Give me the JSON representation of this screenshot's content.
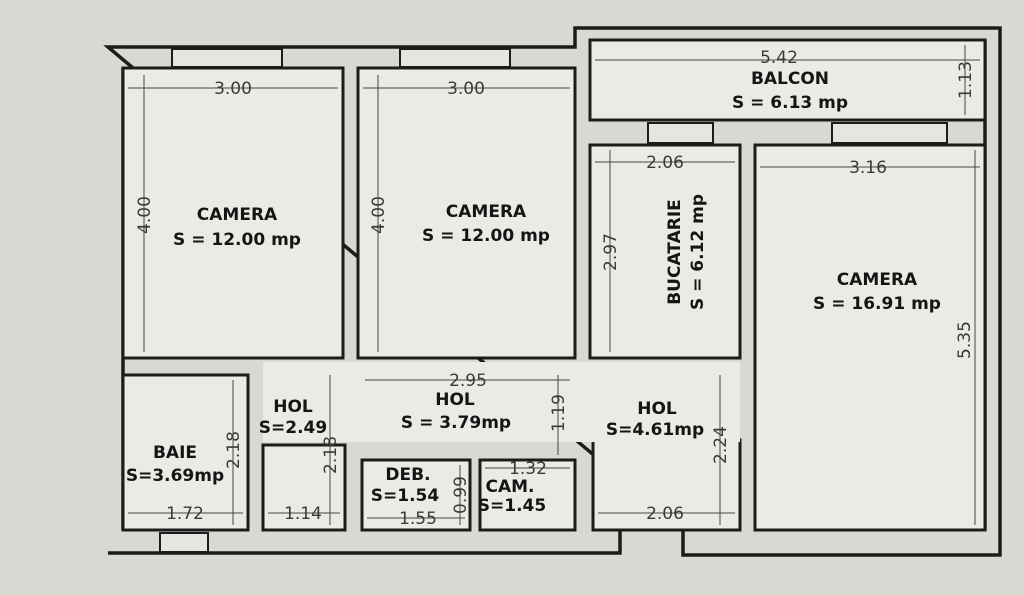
{
  "rooms": {
    "camera1": {
      "name": "CAMERA",
      "area": "S = 12.00 mp",
      "width": "3.00",
      "height": "4.00"
    },
    "camera2": {
      "name": "CAMERA",
      "area": "S = 12.00 mp",
      "width": "3.00",
      "height": "4.00"
    },
    "balcon": {
      "name": "BALCON",
      "area": "S = 6.13 mp",
      "width": "5.42",
      "height": "1.13"
    },
    "bucatarie": {
      "name": "BUCATARIE",
      "area": "S = 6.12 mp",
      "width": "2.06",
      "height": "2.97"
    },
    "camera3": {
      "name": "CAMERA",
      "area": "S = 16.91 mp",
      "width": "3.16",
      "height": "5.35"
    },
    "baie": {
      "name": "BAIE",
      "area": "S=3.69mp",
      "width": "1.72",
      "height": "2.18"
    },
    "hol1": {
      "name": "HOL",
      "area": "S=2.49",
      "width": "1.14",
      "height": "2.18"
    },
    "hol2": {
      "name": "HOL",
      "area": "S = 3.79mp",
      "width": "2.95",
      "height": "1.19"
    },
    "deb": {
      "name": "DEB.",
      "area": "S=1.54",
      "width": "1.55",
      "height": "0.99"
    },
    "cam": {
      "name": "CAM.",
      "area": "S=1.45",
      "width": "1.32"
    },
    "hol3": {
      "name": "HOL",
      "area": "S=4.61mp",
      "width": "2.06",
      "height": "2.24"
    }
  }
}
